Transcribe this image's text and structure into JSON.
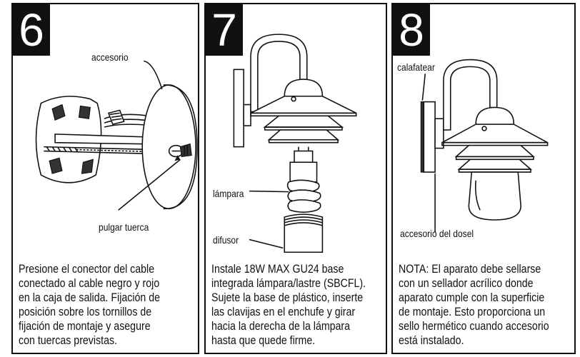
{
  "steps": [
    {
      "number": "6",
      "labels": {
        "fixture": "accesorio",
        "thumb_nut": "pulgar tuerca"
      },
      "caption": [
        "Presione el conector del cable",
        "conectado al cable negro y rojo",
        "en la caja de salida. Fijación de",
        "posición sobre los tornillos de",
        "fijación  de montaje  y asegure",
        "con tuercas  previstas."
      ]
    },
    {
      "number": "7",
      "labels": {
        "lamp": "lámpara",
        "diffuser": "difusor"
      },
      "caption": [
        "Instale 18W MAX GU24 base",
        "integrada lámpara/lastre (SBCFL).",
        "Sujete la base de plástico, inserte",
        "las clavijas en el enchufe y girar",
        "hacia la derecha  de la lámpara",
        "hasta que quede firme."
      ]
    },
    {
      "number": "8",
      "labels": {
        "caulk": "calafatear",
        "canopy": "accesorio del dosel"
      },
      "caption": [
        "NOTA: El aparato debe sellarse",
        "con  un sellador acrílico donde",
        "aparato cumple con la superficie",
        "de montaje.  Esto proporciona un",
        "sello hermético cuando accesorio",
        "está instalado."
      ]
    }
  ]
}
